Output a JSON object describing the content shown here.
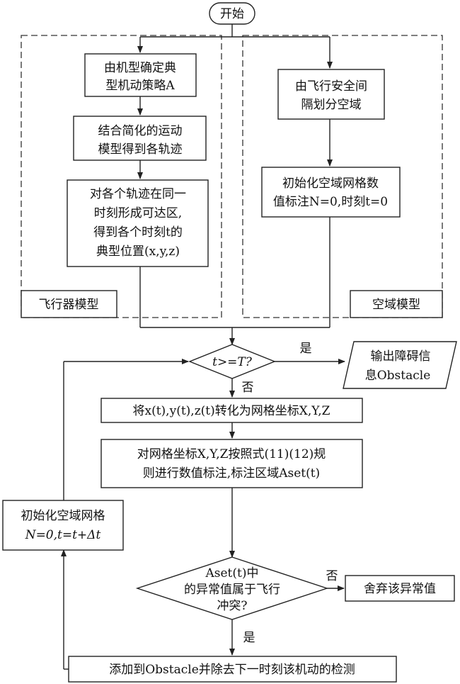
{
  "start": "开始",
  "aircraft": {
    "group_label": "飞行器模型",
    "step1": [
      "由机型确定典",
      "型机动策略A"
    ],
    "step2": [
      "结合简化的运动",
      "模型得到各轨迹"
    ],
    "step3": [
      "对各个轨迹在同一",
      "时刻形成可达区,",
      "得到各个时刻t的",
      "典型位置(x,y,z)"
    ]
  },
  "airspace": {
    "group_label": "空域模型",
    "step1": [
      "由飞行安全间",
      "隔划分空域"
    ],
    "step2": [
      "初始化空域网格数",
      "值标注N=0,时刻t=0"
    ]
  },
  "decision_time": "t>=T?",
  "yes": "是",
  "no": "否",
  "output": [
    "输出障碍信",
    "息Obstacle"
  ],
  "convert": "将x(t),y(t),z(t)转化为网格坐标X,Y,Z",
  "mark": [
    "对网格坐标X,Y,Z按照式(11)(12)规",
    "则进行数值标注,标注区域Aset(t)"
  ],
  "reinit": [
    "初始化空域网格",
    "N=0,t=t+Δt"
  ],
  "decision_conflict": [
    "Aset(t)中",
    "的异常值属于飞行",
    "冲突?"
  ],
  "discard": "舍弃该异常值",
  "add": "添加到Obstacle并除去下一时刻该机动的检测"
}
